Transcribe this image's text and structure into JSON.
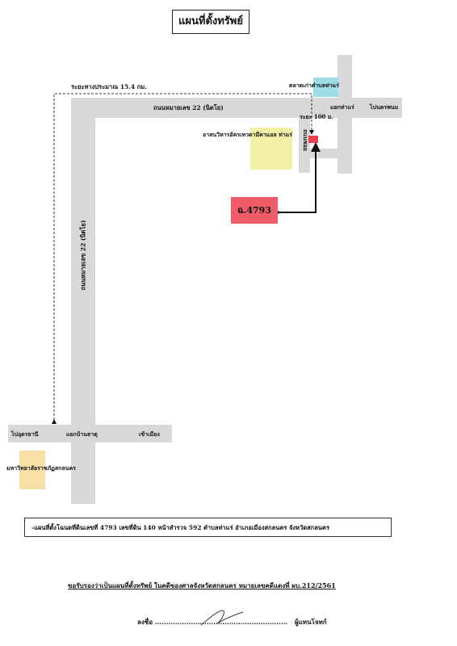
{
  "title": "แผนที่ตั้งทรัพย์",
  "labels": {
    "distance_route": "ระยะทางประมาณ 15.4 กม.",
    "highway_horizontal": "ถนนหมายเลข 22 (นิตโย)",
    "highway_vertical": "ถนนหมายเลข 22 (นิตโย)",
    "market": "ตลาดเก่าตำบลท่าแร่",
    "junction_thare": "แยกท่าแร่",
    "to_nakhon_phanom": "ไปนครพนม",
    "distance_short": "ระยะ 100 ม.",
    "temple": "อาสนวิหารอัครเทวดามีคาแอล ท่าแร่",
    "soi": "ถนนซอย",
    "to_udon": "ไปอุดรธานี",
    "junction_ban_that": "แยกบ้านธาตุ",
    "into_town": "เข้าเมือง",
    "university": "มหาวิทยาลัยราชภัฏสกลนคร"
  },
  "parcel": {
    "label": "ฉ.4793"
  },
  "footer": {
    "description": "-แผนที่ตั้งโฉนดที่ดินเลขที่ 4793 เลขที่ดิน 140 หน้าสำรวจ 592 ตำบลท่าแร่ อำเภอเมืองสกลนคร จังหวัดสกลนคร",
    "certification": "ขอรับรองว่าเป็นแผนที่ตั้งทรัพย์ ในคดีของศาลจังหวัดสกลนคร หมายเลขคดีแดงที่ ผบ.212/2561",
    "sign_prefix": "ลงชื่อ ...........................................................",
    "sign_suffix": "ผู้แทนโจทก์"
  },
  "colors": {
    "road": "#d8d8d8",
    "market": "#9fdde6",
    "temple": "#f2f0a6",
    "university": "#f7dfa6",
    "parcel": "#ef5b66",
    "marker": "#e8404d"
  }
}
